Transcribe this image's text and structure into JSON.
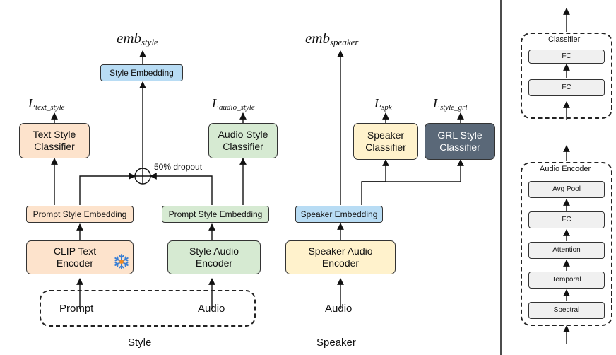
{
  "colors": {
    "orange": "#fde3cc",
    "green": "#d6ead2",
    "blue": "#b8dcf4",
    "yellow": "#fff2cc",
    "slate": "#5a6878",
    "gray": "#f0f0f0"
  },
  "style_section": {
    "caption": "Style",
    "emb_style": {
      "base": "emb",
      "sub": "style"
    },
    "style_embedding": "Style Embedding",
    "loss_text": {
      "base": "L",
      "sub": "text_style"
    },
    "loss_audio": {
      "base": "L",
      "sub": "audio_style"
    },
    "text_style_classifier": "Text Style\nClassifier",
    "audio_style_classifier": "Audio Style\nClassifier",
    "dropout_label": "50% dropout",
    "prompt_style_embedding_left": "Prompt Style Embedding",
    "prompt_style_embedding_right": "Prompt Style Embedding",
    "clip_text_encoder": "CLIP Text\nEncoder",
    "style_audio_encoder": "Style Audio\nEncoder",
    "prompt_input": "Prompt",
    "audio_input": "Audio",
    "frozen_icon": "snowflake-icon"
  },
  "speaker_section": {
    "caption": "Speaker",
    "emb_speaker": {
      "base": "emb",
      "sub": "speaker"
    },
    "loss_spk": {
      "base": "L",
      "sub": "spk"
    },
    "loss_grl": {
      "base": "L",
      "sub": "style_grl"
    },
    "speaker_classifier": "Speaker\nClassifier",
    "grl_style_classifier": "GRL Style\nClassifier",
    "speaker_embedding": "Speaker Embedding",
    "speaker_audio_encoder": "Speaker Audio\nEncoder",
    "audio_input": "Audio"
  },
  "classifier_panel": {
    "title": "Classifier",
    "layers": [
      "FC",
      "FC"
    ]
  },
  "audio_encoder_panel": {
    "title": "Audio Encoder",
    "layers": [
      "Avg Pool",
      "FC",
      "Attention",
      "Temporal",
      "Spectral"
    ]
  }
}
